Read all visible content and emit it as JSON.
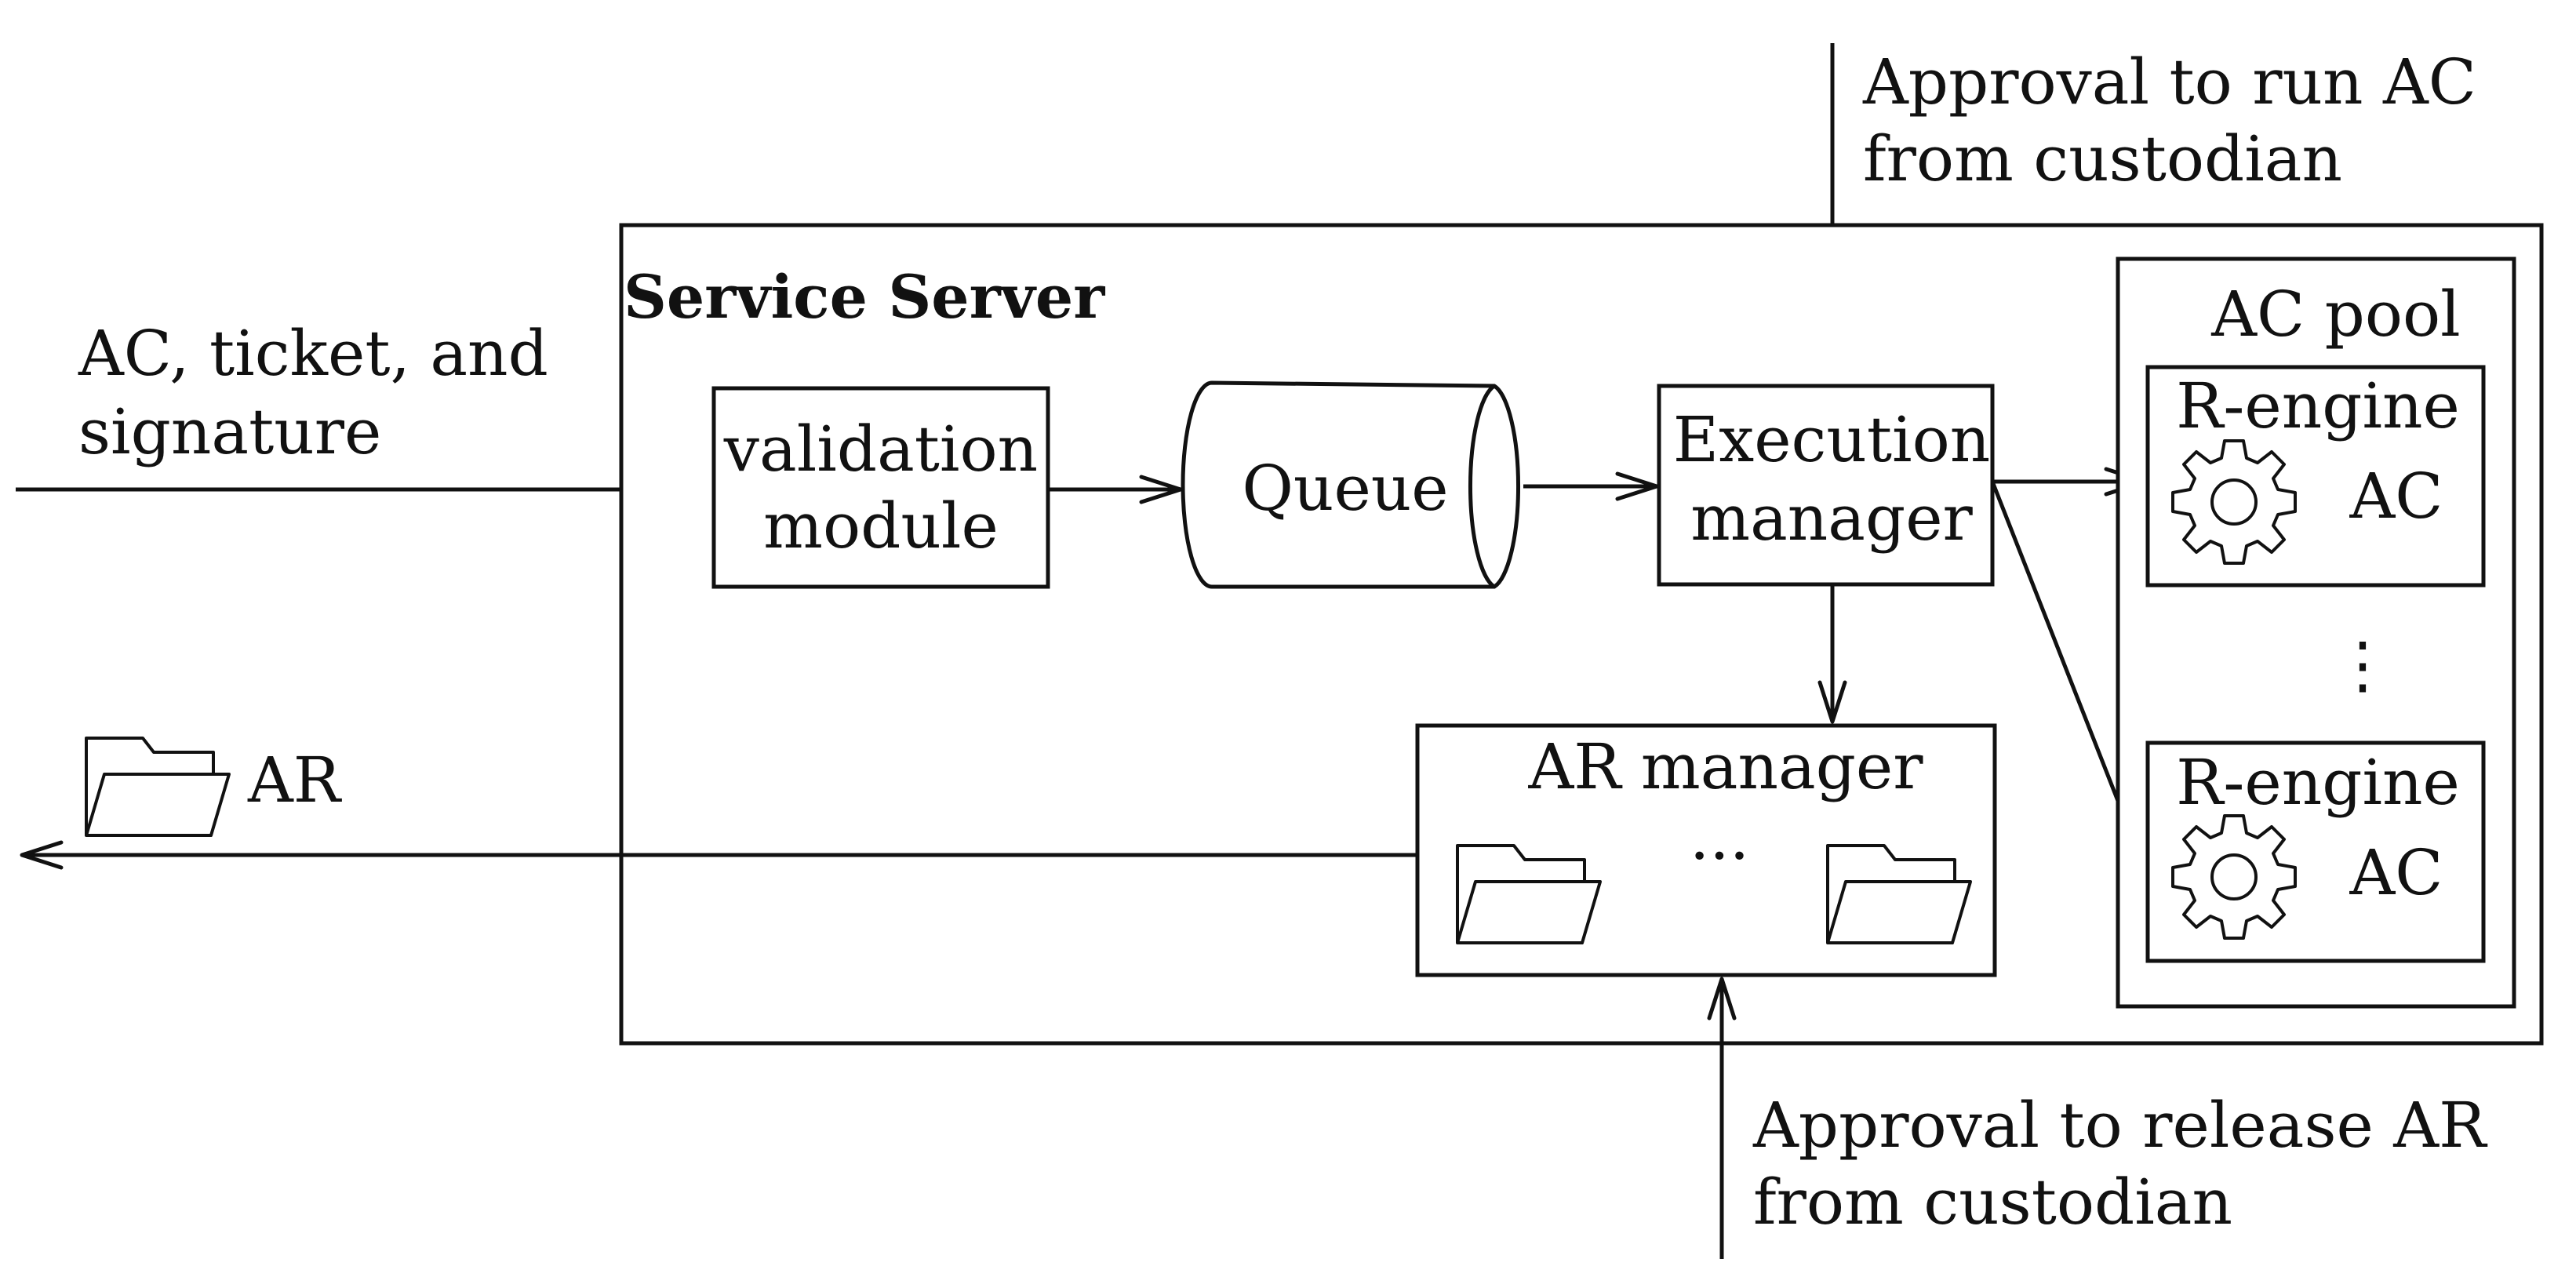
{
  "diagram": {
    "input_label": [
      "AC, ticket, and",
      "signature"
    ],
    "output_label": "AR",
    "approval_run": [
      "Approval to run AC",
      "from custodian"
    ],
    "approval_release": [
      "Approval to release AR",
      "from custodian"
    ],
    "service_server": "Service Server",
    "validation_module": [
      "validation",
      "module"
    ],
    "queue": "Queue",
    "execution_manager": [
      "Execution",
      "manager"
    ],
    "ar_manager": "AR manager",
    "ar_manager_ellipsis": "...",
    "ac_pool": "AC pool",
    "engine_label": "R-engine",
    "engine_ac": "AC",
    "pool_ellipsis": "⋮"
  }
}
